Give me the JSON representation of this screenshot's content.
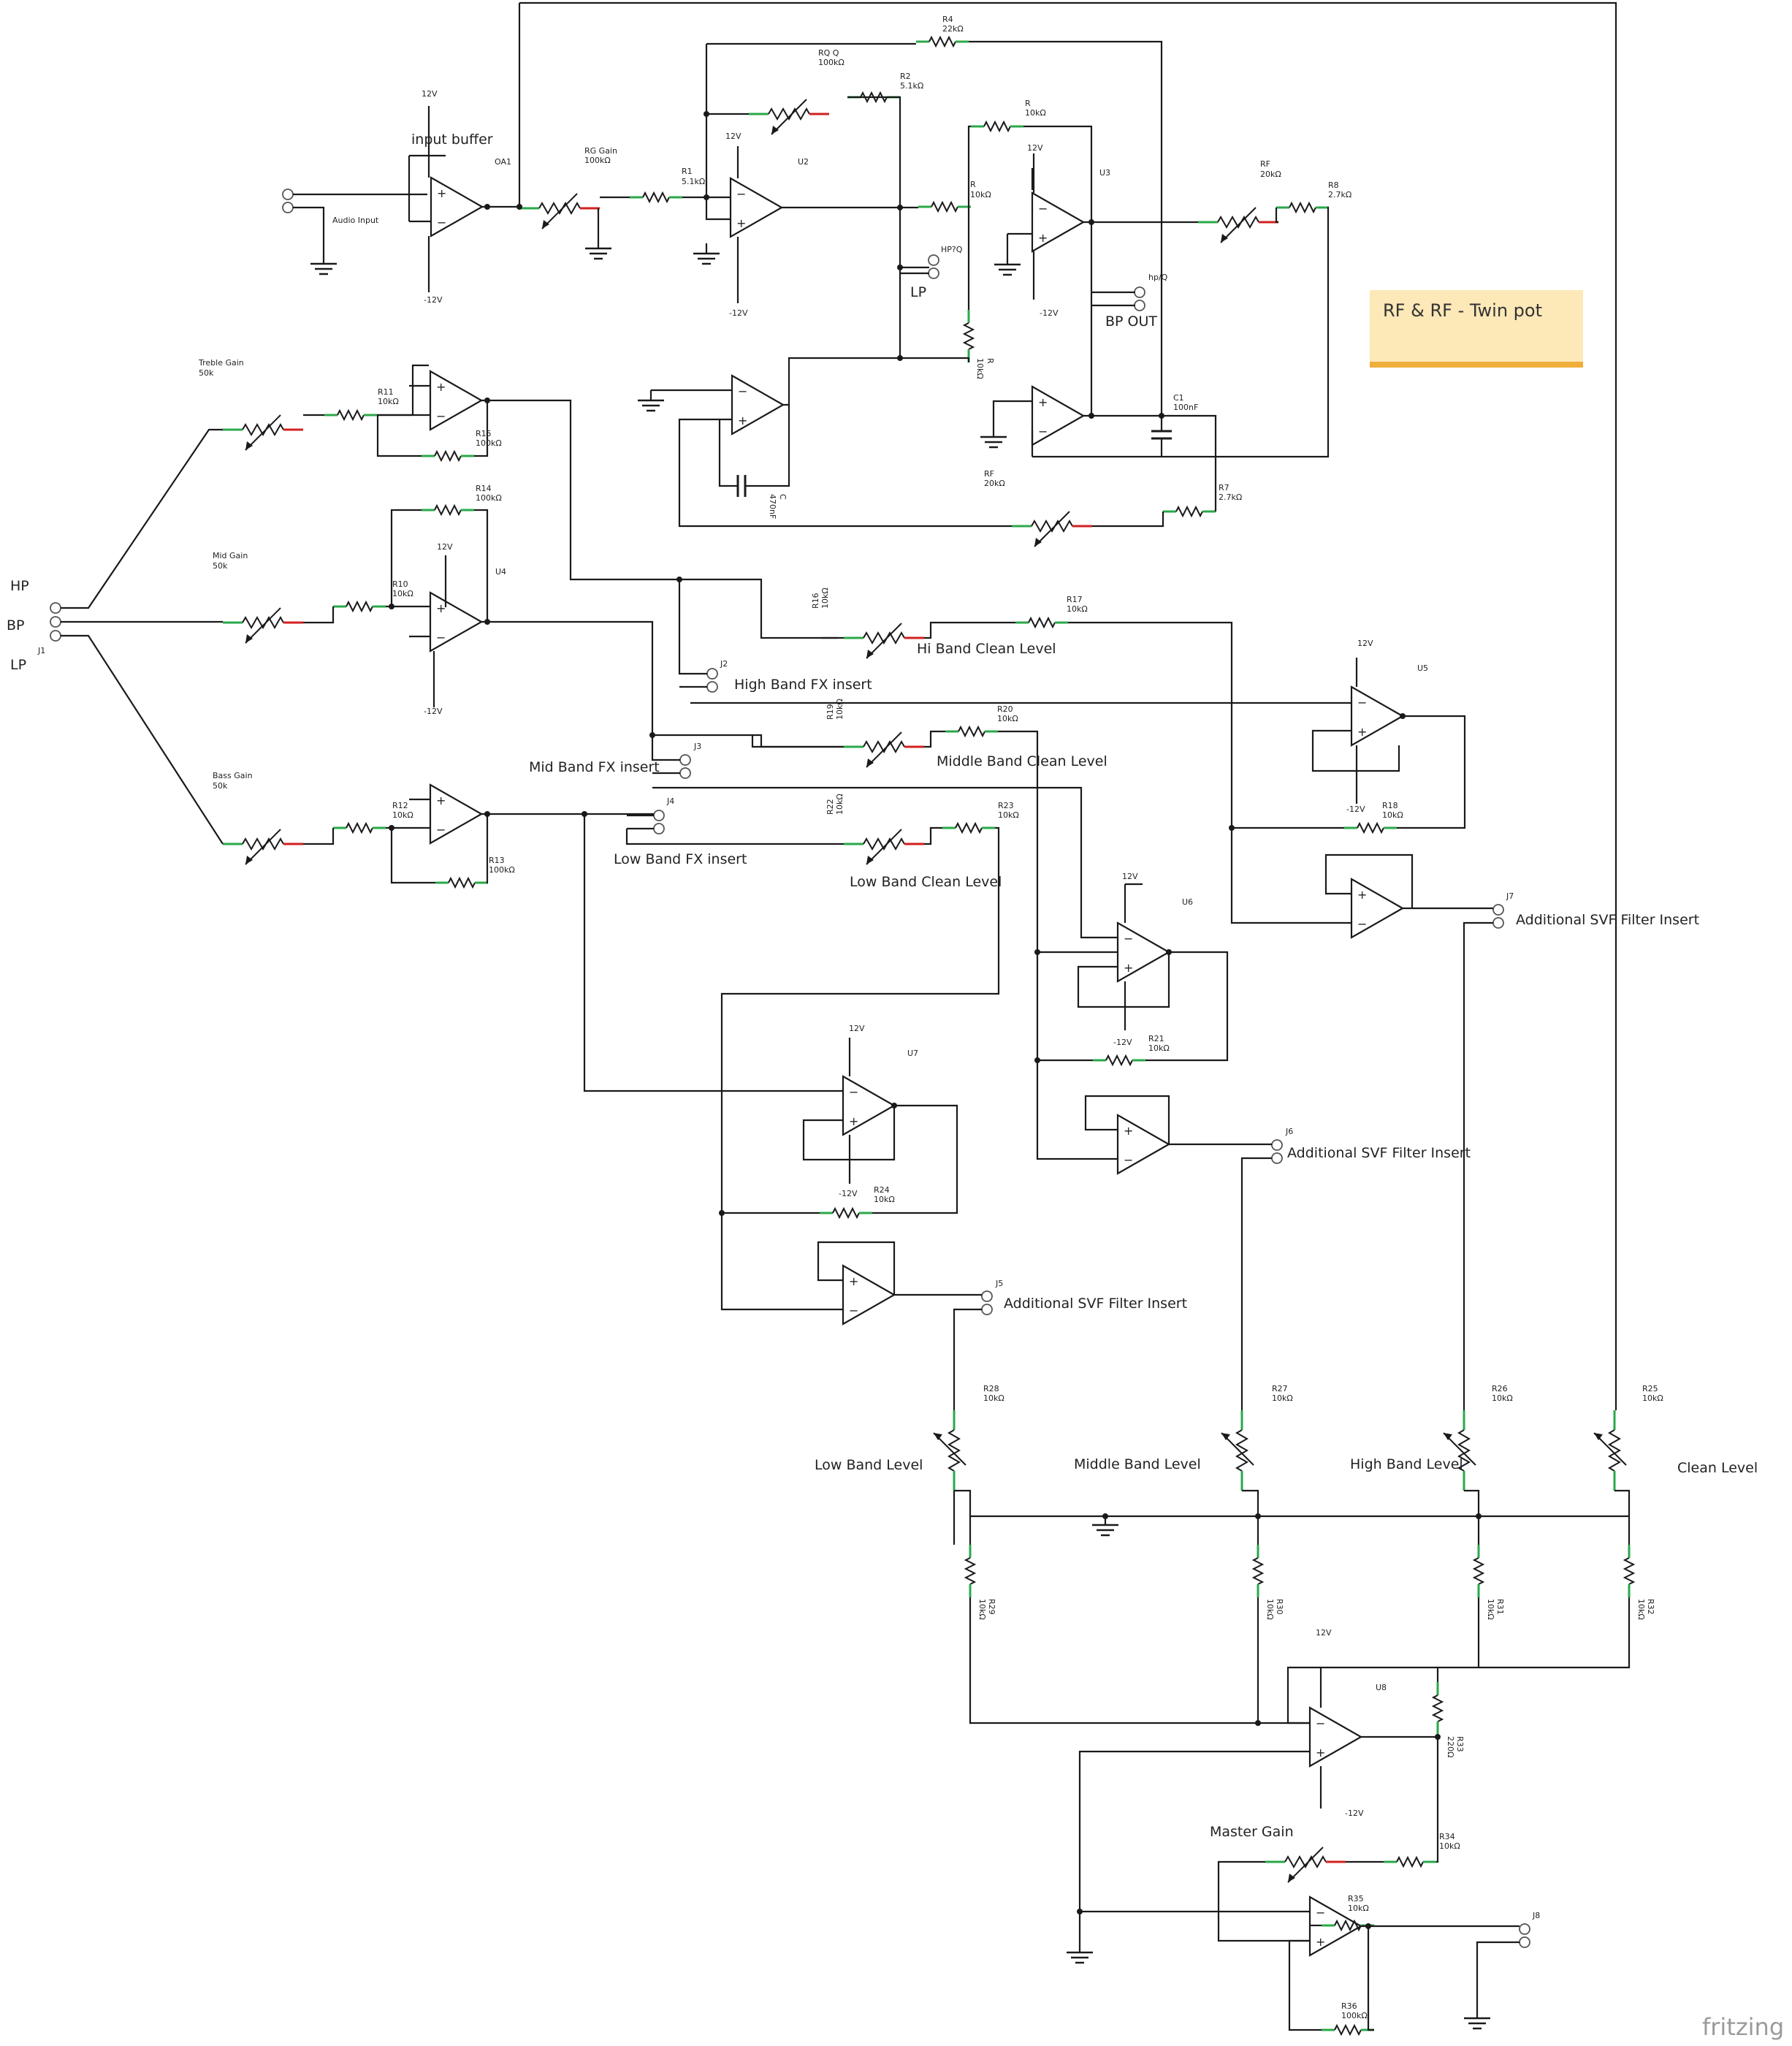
{
  "note": "RF & RF - Twin pot",
  "watermark": "fritzing",
  "amps": [
    {
      "ref": "OA1",
      "title": "input buffer",
      "plus_supply": "12V",
      "minus_supply": "-12V"
    },
    {
      "ref": "U2",
      "plus_supply": "12V",
      "minus_supply": "-12V"
    },
    {
      "ref": "U3",
      "plus_supply": "12V",
      "minus_supply": "-12V"
    },
    {
      "ref": "U4",
      "plus_supply": "12V",
      "minus_supply": "-12V"
    },
    {
      "ref": "U5",
      "plus_supply": "12V",
      "minus_supply": "-12V"
    },
    {
      "ref": "U6",
      "plus_supply": "12V",
      "minus_supply": "-12V"
    },
    {
      "ref": "U7",
      "plus_supply": "12V",
      "minus_supply": "-12V"
    },
    {
      "ref": "U8",
      "plus_supply": "12V",
      "minus_supply": "-12V"
    }
  ],
  "resistors": [
    {
      "ref": "R4",
      "value": "22kΩ"
    },
    {
      "ref": "RQ Q",
      "value": "100kΩ"
    },
    {
      "ref": "R2",
      "value": "5.1kΩ"
    },
    {
      "ref": "R1",
      "value": "5.1kΩ"
    },
    {
      "ref": "RG Gain",
      "value": "100kΩ"
    },
    {
      "ref": "R",
      "value": "10kΩ"
    },
    {
      "ref": "R",
      "value": "10kΩ"
    },
    {
      "ref": "R",
      "value": "10kΩ"
    },
    {
      "ref": "RF",
      "value": "20kΩ"
    },
    {
      "ref": "R8",
      "value": "2.7kΩ"
    },
    {
      "ref": "RF",
      "value": "20kΩ"
    },
    {
      "ref": "R7",
      "value": "2.7kΩ"
    },
    {
      "ref": "R11",
      "value": "10kΩ"
    },
    {
      "ref": "R15",
      "value": "100kΩ"
    },
    {
      "ref": "R14",
      "value": "100kΩ"
    },
    {
      "ref": "R10",
      "value": "10kΩ"
    },
    {
      "ref": "R12",
      "value": "10kΩ"
    },
    {
      "ref": "R13",
      "value": "100kΩ"
    },
    {
      "ref": "R16",
      "value": "10kΩ"
    },
    {
      "ref": "R17",
      "value": "10kΩ"
    },
    {
      "ref": "R19",
      "value": "10kΩ"
    },
    {
      "ref": "R20",
      "value": "10kΩ"
    },
    {
      "ref": "R22",
      "value": "10kΩ"
    },
    {
      "ref": "R23",
      "value": "10kΩ"
    },
    {
      "ref": "R18",
      "value": "10kΩ"
    },
    {
      "ref": "R21",
      "value": "10kΩ"
    },
    {
      "ref": "R24",
      "value": "10kΩ"
    },
    {
      "ref": "R28",
      "value": "10kΩ"
    },
    {
      "ref": "R27",
      "value": "10kΩ"
    },
    {
      "ref": "R26",
      "value": "10kΩ"
    },
    {
      "ref": "R25",
      "value": "10kΩ"
    },
    {
      "ref": "R29",
      "value": "10kΩ"
    },
    {
      "ref": "R30",
      "value": "10kΩ"
    },
    {
      "ref": "R31",
      "value": "10kΩ"
    },
    {
      "ref": "R32",
      "value": "10kΩ"
    },
    {
      "ref": "R33",
      "value": "220Ω"
    },
    {
      "ref": "R34",
      "value": "10kΩ"
    },
    {
      "ref": "R35",
      "value": "10kΩ"
    },
    {
      "ref": "R36",
      "value": "100kΩ"
    }
  ],
  "capacitors": [
    {
      "ref": "C1",
      "value": "100nF"
    },
    {
      "ref": "C",
      "value": "470nF"
    }
  ],
  "pots": {
    "treble": {
      "name": "Treble Gain",
      "value": "50k"
    },
    "mid": {
      "name": "Mid Gain",
      "value": "50k"
    },
    "bass": {
      "name": "Bass Gain",
      "value": "50k"
    }
  },
  "jacks": {
    "audio_input": "Audio Input",
    "hpq_ref": "HP?Q",
    "lp": "LP",
    "bpq_ref": "hp/Q",
    "bp_out": "BP OUT",
    "j_in_ref": "J1",
    "hp": "HP",
    "bp": "BP",
    "lp_in": "LP",
    "j2": "J2",
    "j3": "J3",
    "j4": "J4",
    "j5": "J5",
    "j6": "J6",
    "j7": "J7",
    "j8": "J8"
  },
  "labels": {
    "hi_clean": "Hi Band Clean Level",
    "high_fx": "High Band FX insert",
    "mid_fx": "Mid Band FX insert",
    "mid_clean": "Middle Band Clean Level",
    "low_fx": "Low Band FX insert",
    "low_clean": "Low Band Clean Level",
    "svf7": "Additional SVF Filter Insert",
    "svf6": "Additional SVF Filter Insert",
    "svf5": "Additional SVF Filter Insert",
    "low_level": "Low Band Level",
    "mid_level": "Middle Band Level",
    "high_level": "High Band Level",
    "clean_level": "Clean Level",
    "master_gain": "Master Gain"
  }
}
